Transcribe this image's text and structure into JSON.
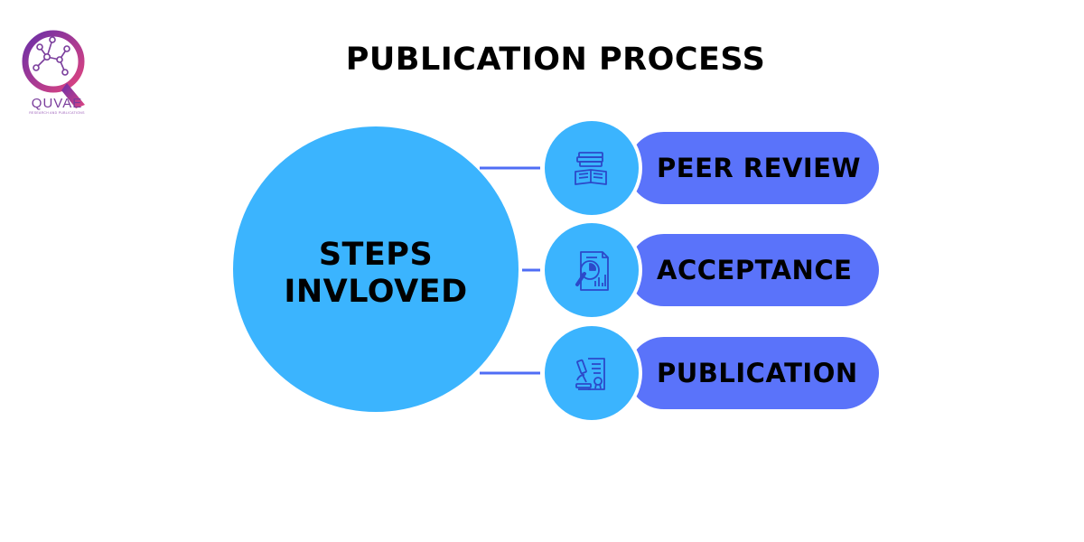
{
  "brand": {
    "name": "QUVAE",
    "tagline": "RESEARCH AND PUBLICATIONS"
  },
  "title": "PUBLICATION PROCESS",
  "center": {
    "line1": "STEPS",
    "line2": "INVLOVED"
  },
  "steps": [
    {
      "label": "PEER REVIEW",
      "icon": "open-book-icon"
    },
    {
      "label": "ACCEPTANCE",
      "icon": "magnifier-report-icon"
    },
    {
      "label": "PUBLICATION",
      "icon": "microscope-certificate-icon"
    }
  ],
  "colors": {
    "big_circle": "#3bb4fe",
    "pill": "#5a73fa",
    "connector": "#4f6df5",
    "icon_stroke": "#2c49c9",
    "logo_gradient": [
      "#6b2fa8",
      "#e0447f"
    ]
  }
}
